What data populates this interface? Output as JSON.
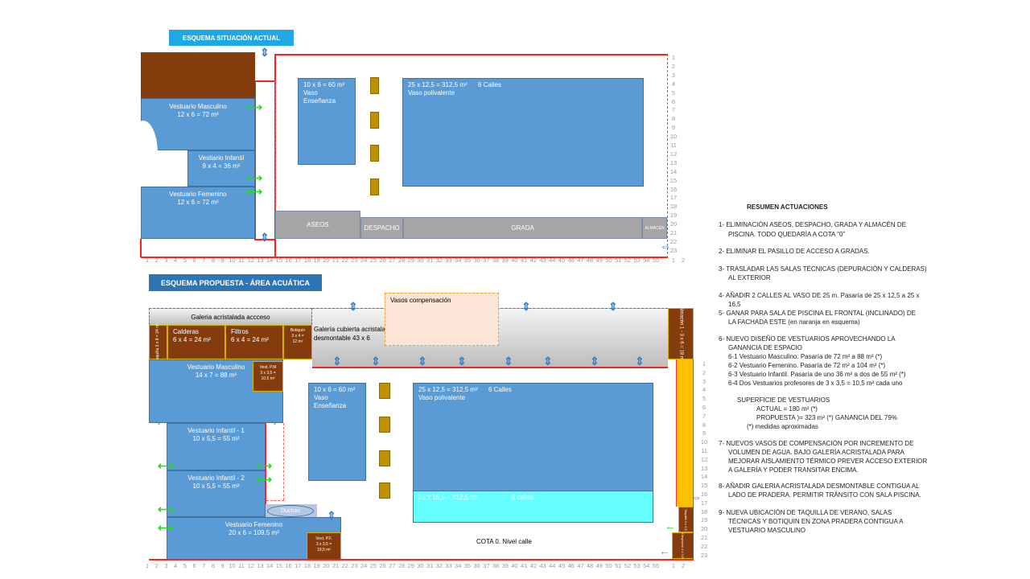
{
  "top": {
    "title": "ESQUEMA SITUACIÓN ACTUAL",
    "vest_masc": [
      "Vestuario Masculino",
      "12 x 6 = 72 m²"
    ],
    "vest_inf": [
      "Vestiario Infantil",
      "9 x 4 = 36 m²"
    ],
    "vest_fem": [
      "Vestuario Femenino",
      "12 x 6 = 72 m²"
    ],
    "vaso_ens": [
      "10 x 6 = 60 m²",
      "Vaso Enseñanza"
    ],
    "vaso_pol": [
      "25 x 12,5 = 312,5 m²      6 Calles",
      "Vaso polivalente"
    ],
    "aseos": "ASEOS",
    "despacho": "DESPACHO",
    "grada": "GRADA",
    "almacen": "ALMACÉN"
  },
  "bottom": {
    "title": "ESQUEMA PROPUESTA - ÁREA ACUÁTICA",
    "galeria_acceso": "Galeria acristalada accceso",
    "taquilla": "Taquilla 3 x 8 = 24 m²",
    "calderas": [
      "Calderas",
      "6 x 4 = 24 m²"
    ],
    "filtros": [
      "Filtros",
      "6 x 4 = 24 m²"
    ],
    "botiquin": [
      "Botiquín",
      "3 x 4 =",
      "12 m²"
    ],
    "galeria_cubierta": [
      "Galería cubierta acristalada",
      "desmontable 43 x 6"
    ],
    "vasos_comp": "Vasos compensación",
    "almacen": "Almacén 1 - 3 x 6 = 18 m²",
    "vest_masc": [
      "Vestuario Masculino",
      "14 x 7 = 88 m²"
    ],
    "vest_pm": [
      "Vest. P.M",
      "3 x 3,5 =",
      "10,5 m²"
    ],
    "vest_inf1": [
      "Vestuario Infantil - 1",
      "10 x 5,5 = 55 m²"
    ],
    "vest_inf2": [
      "Vestuario Infantil - 2",
      "10 x 5,5 = 55 m²"
    ],
    "duchas": "Duchas",
    "vest_fem": [
      "Vestuario Femenino",
      "20 x 6 = 109,5 m²"
    ],
    "vest_pf": [
      "Vest. P.F.",
      "3 x 3,5 =",
      "10,5 m²"
    ],
    "vaso_ens": [
      "10 x 6 = 60 m²",
      "Vaso Enseñanza"
    ],
    "vaso_pol": [
      "25 x 12,5 = 312,5 m²      6 Calles",
      "Vaso polivalente"
    ],
    "vaso_ext": "25 x 16,5 = 412,5 m²                   8 calles",
    "taquilla_r": "Taquilla 3 x 3,5",
    "despacho_r": "Despacho 3 x 3,5",
    "cota": "COTA 0. Nivel calle"
  },
  "x_axis": [
    1,
    2,
    3,
    4,
    5,
    6,
    7,
    8,
    9,
    10,
    11,
    12,
    13,
    14,
    15,
    16,
    17,
    18,
    19,
    20,
    21,
    22,
    23,
    24,
    25,
    26,
    27,
    28,
    29,
    30,
    31,
    32,
    33,
    34,
    35,
    36,
    37,
    38,
    39,
    40,
    41,
    42,
    43,
    44,
    45,
    46,
    47,
    48,
    49,
    50,
    51,
    52,
    53,
    54,
    55,
    1,
    2
  ],
  "y_axis": [
    1,
    2,
    3,
    4,
    5,
    6,
    7,
    8,
    9,
    10,
    11,
    12,
    13,
    14,
    15,
    16,
    17,
    18,
    19,
    20,
    21,
    22,
    23
  ],
  "summary": {
    "title": "RESUMEN ACTUACIONES",
    "lines": [
      {
        "t": "1-  ELIMINACIÓN ASEOS, DESPACHO, GRADA Y ALMACÉN DE"
      },
      {
        "t": "PISCINA. TODO QUEDARÍA A COTA \"0\""
      },
      {
        "t": "2-  ELIMINAR EL PASILLO DE ACCESO A GRADAS."
      },
      {
        "t": "3-  TRASLADAR LAS SALAS TÉCNICAS (DEPURACIÓN Y CALDERAS)"
      },
      {
        "t": "AL EXTERIOR"
      },
      {
        "t": "4-  AÑADIR 2 CALLES AL VASO DE 25 m. Pasaría de 25 x 12,5 a 25 x"
      },
      {
        "t": "16,5"
      },
      {
        "t": "5-  GANAR PARA SALA DE PISCINA EL FRONTAL (INCLINADO) DE"
      },
      {
        "t": "LA FACHADA ESTE (en naranja en esquema)"
      },
      {
        "t": "6-  NUEVO DISEÑO DE VESTUARIOS APROVECHANDO LA"
      },
      {
        "t": "GANANCIA DE ESPACIO"
      },
      {
        "t": "6-1 Vestuario Masculino. Pasaría de 72 m² a 88 m² (*)"
      },
      {
        "t": "6-2 Vestuario Femenino. Pasaría de 72 m² a 104 m² (*)"
      },
      {
        "t": "6-3 Vestuario Infantil. Pasaría de uno 36 m² a dos de 55 m² (*)"
      },
      {
        "t": "6-4 Dos Vestuarios profesores de 3 x 3,5 = 10,5 m² cada uno"
      },
      {
        "t": "SUPERFICIE DE VESTUARIOS"
      },
      {
        "t": "ACTUAL = 180 m² (*)"
      },
      {
        "t": "PROPUESTA )= 323 m² (*)       GANANCIA DEL 79%"
      },
      {
        "t": "(*) medidas aproximadas"
      },
      {
        "t": "7-  NUEVOS VASOS DE COMPENSACIÓN POR INCREMENTO DE"
      },
      {
        "t": "VOLUMEN DE AGUA. BAJO GALERÍA ACRISTALADA PARA"
      },
      {
        "t": "MEJORAR AISLAMIENTO TÉRMICO PREVER ACCESO EXTERIOR"
      },
      {
        "t": "A GALERÍA Y PODER TRANSITAR ENCIMA."
      },
      {
        "t": "8-  AÑADIR GALERIA ACRISTALADA DESMONTABLE CONTIGUA AL"
      },
      {
        "t": "LADO DE PRADERA. PERMITIR TRÁNSITO CON SALA PISCINA."
      },
      {
        "t": "9-  NUEVA UBICACIÓN DE TAQUILLA DE VERANO, SALAS"
      },
      {
        "t": "TÉCNICAS Y BOTIQUIN EN ZONA PRADERA CONTIGUA A"
      },
      {
        "t": "VESTUARIO MASCULINO"
      }
    ]
  }
}
